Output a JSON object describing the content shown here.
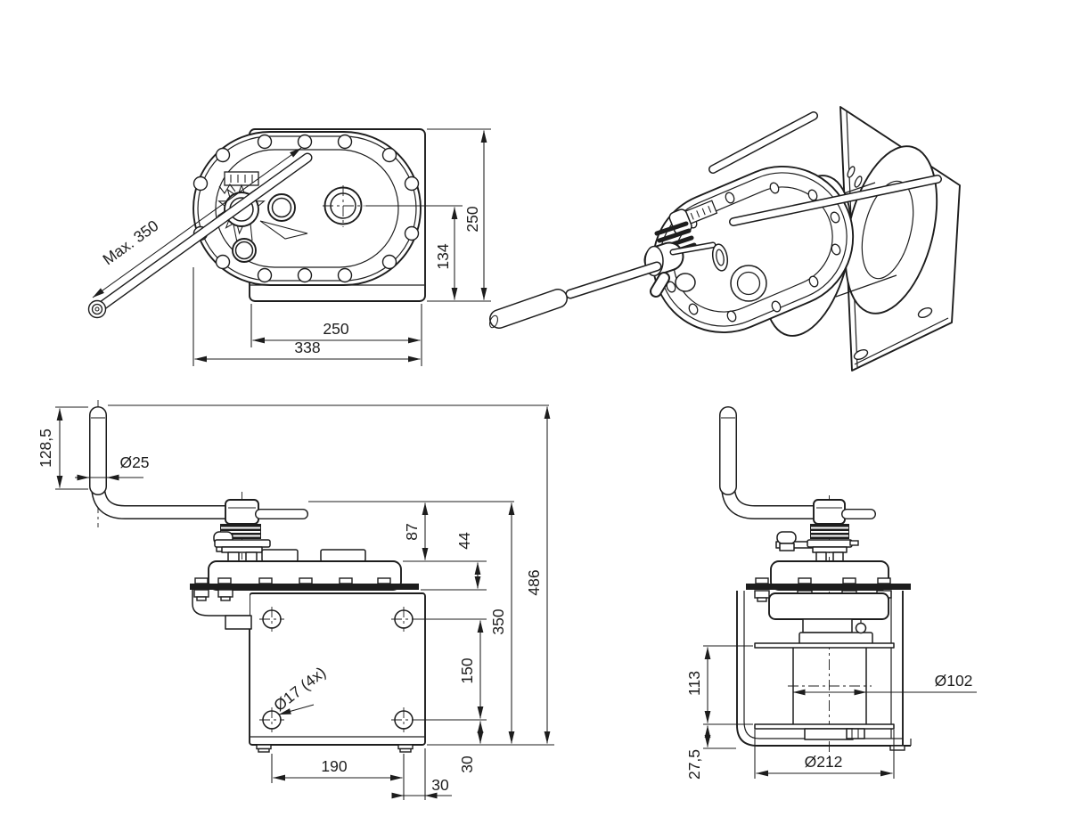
{
  "palette": {
    "background": "#ffffff",
    "ink": "#1d1d1d"
  },
  "views": {
    "top": {
      "dims": {
        "handle_max": "Max. 350",
        "plate_height": "250",
        "axis_to_base": "134",
        "plate_width": "250",
        "overall_width": "338"
      }
    },
    "front": {
      "dims": {
        "grip_length": "128,5",
        "grip_diameter": "Ø25",
        "axis_to_cover": "87",
        "cover_to_flange": "44",
        "overall_height": "486",
        "flange_to_base": "350",
        "hole_pitch_vertical": "150",
        "hole_diameter": "Ø17 (4x)",
        "hole_pitch_horizontal": "190",
        "base_offset": "30",
        "edge_offset": "30"
      }
    },
    "side": {
      "dims": {
        "drum_depth": "113",
        "base_clearance": "27,5",
        "core_diameter": "Ø102",
        "flange_diameter": "Ø212"
      }
    }
  }
}
